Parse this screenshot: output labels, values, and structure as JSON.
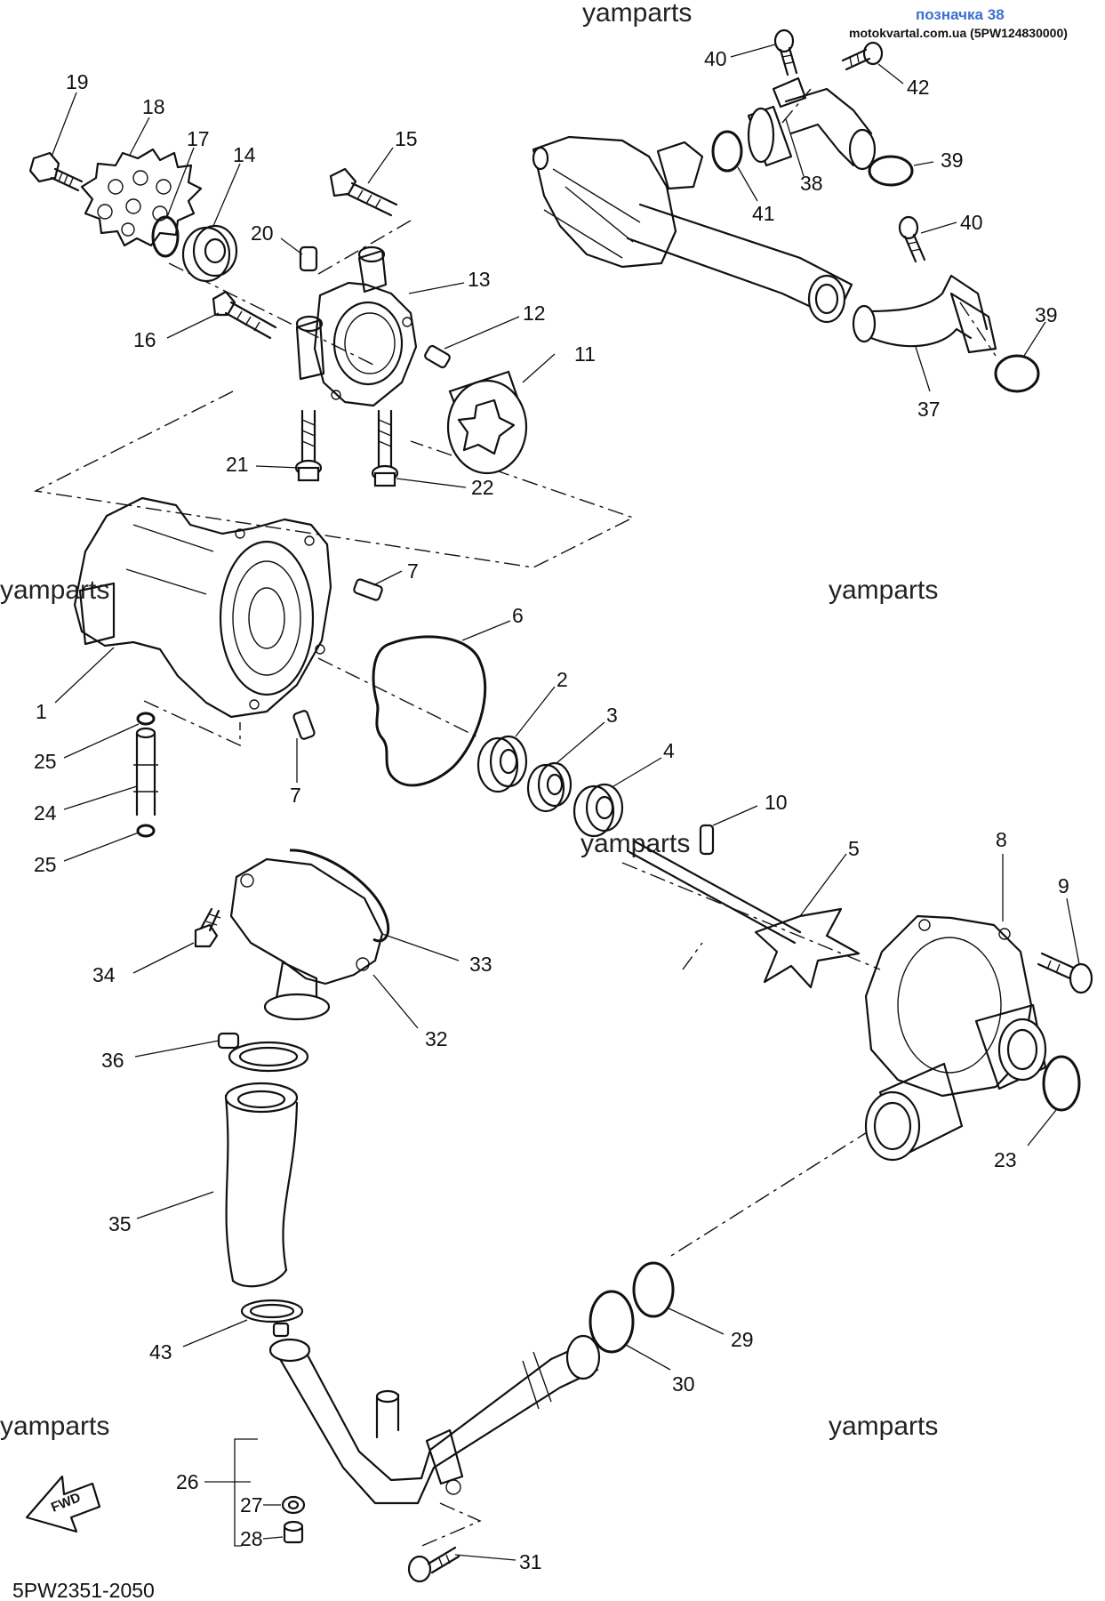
{
  "header": {
    "badge": "позначка 38",
    "source": "motokvartal.com.ua (5PW124830000)"
  },
  "watermark": "yamparts",
  "diagram_code": "5PW2351-2050",
  "fwd_label": "FWD",
  "callouts": {
    "p1": "1",
    "p2": "2",
    "p3": "3",
    "p4": "4",
    "p5": "5",
    "p6": "6",
    "p7a": "7",
    "p7b": "7",
    "p8": "8",
    "p9": "9",
    "p10": "10",
    "p11": "11",
    "p12": "12",
    "p13": "13",
    "p14": "14",
    "p15": "15",
    "p16": "16",
    "p17": "17",
    "p18": "18",
    "p19": "19",
    "p20": "20",
    "p21": "21",
    "p22": "22",
    "p23": "23",
    "p24": "24",
    "p25a": "25",
    "p25b": "25",
    "p26": "26",
    "p27": "27",
    "p28": "28",
    "p29": "29",
    "p30": "30",
    "p31": "31",
    "p32": "32",
    "p33": "33",
    "p34": "34",
    "p35": "35",
    "p36": "36",
    "p37": "37",
    "p38": "38",
    "p39a": "39",
    "p39b": "39",
    "p40a": "40",
    "p40b": "40",
    "p41": "41",
    "p42": "42",
    "p43": "43"
  }
}
